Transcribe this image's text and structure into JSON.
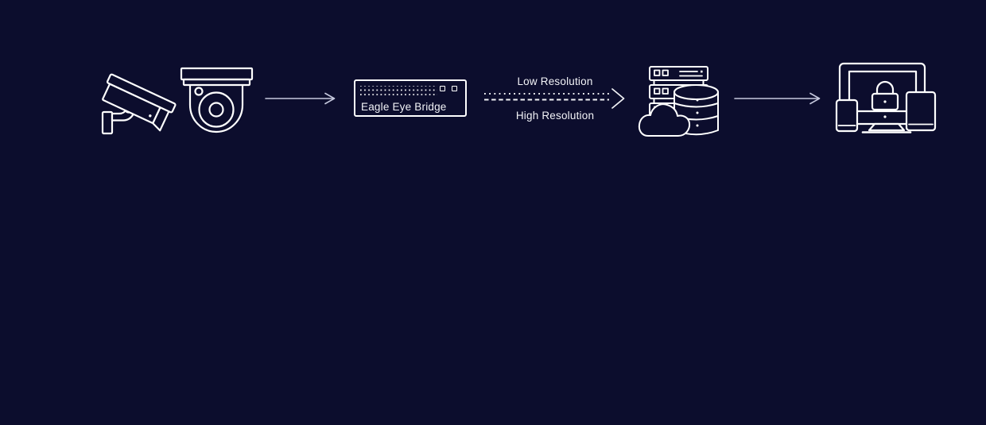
{
  "page": {
    "background_color": "#0c0d2d",
    "icon_stroke_color": "#ffffff",
    "arrow_color": "#c6c9de",
    "text_color": "#f2f3f7"
  },
  "diagram": {
    "cameras": {
      "icons": [
        "bullet-camera-icon",
        "dome-camera-icon"
      ]
    },
    "bridge": {
      "label": "Eagle Eye Bridge"
    },
    "connector": {
      "top_label": "Low Resolution",
      "bottom_label": "High Resolution",
      "style": "dotted-and-dashed-arrow"
    },
    "cloud_storage": {
      "icons": [
        "server-rack-icon",
        "database-icon",
        "cloud-icon"
      ]
    },
    "client_devices": {
      "icons": [
        "phone-icon",
        "monitor-lock-icon",
        "tablet-icon"
      ]
    }
  }
}
